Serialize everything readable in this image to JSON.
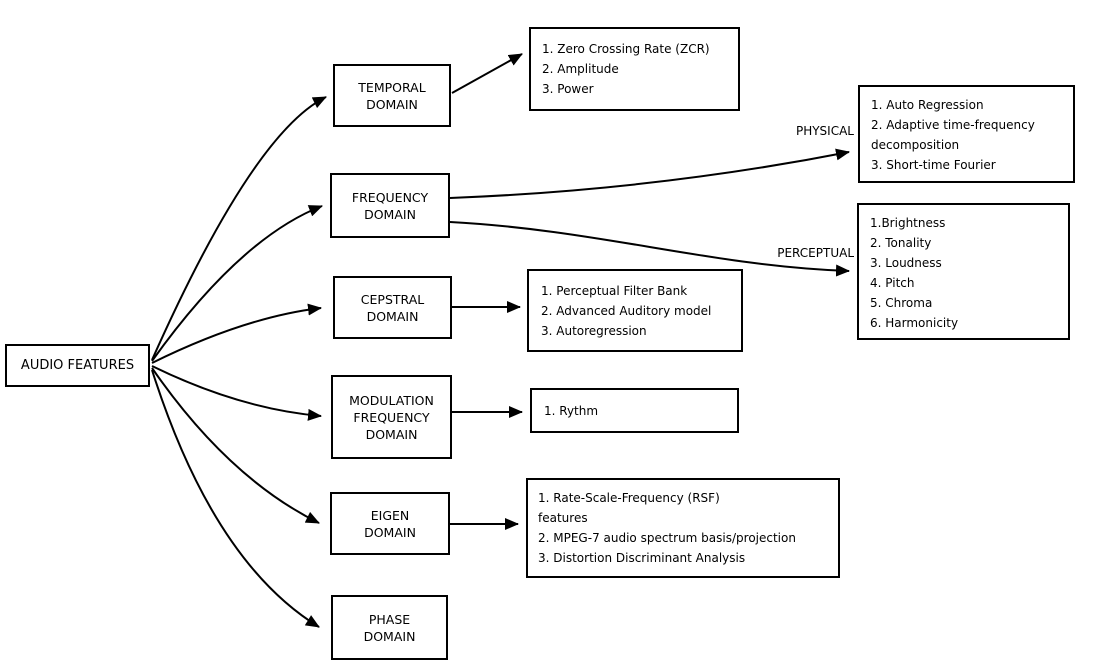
{
  "root": {
    "label": "AUDIO FEATURES"
  },
  "domains": [
    {
      "id": "temporal",
      "label": "TEMPORAL\nDOMAIN"
    },
    {
      "id": "frequency",
      "label": "FREQUENCY\nDOMAIN"
    },
    {
      "id": "cepstral",
      "label": "CEPSTRAL\nDOMAIN"
    },
    {
      "id": "modulation",
      "label": "MODULATION\nFREQUENCY\nDOMAIN"
    },
    {
      "id": "eigen",
      "label": "EIGEN\nDOMAIN"
    },
    {
      "id": "phase",
      "label": "PHASE\nDOMAIN"
    }
  ],
  "features": {
    "temporal": {
      "items": [
        "1. Zero Crossing Rate (ZCR)",
        "2. Amplitude",
        "3. Power"
      ]
    },
    "physical": {
      "items": [
        "1. Auto Regression",
        "2. Adaptive time-frequency\ndecomposition",
        "3. Short-time Fourier"
      ]
    },
    "perceptual": {
      "items": [
        "1.Brightness",
        "2. Tonality",
        "3. Loudness",
        "4. Pitch",
        "5. Chroma",
        "6. Harmonicity"
      ]
    },
    "cepstral": {
      "items": [
        "1. Perceptual Filter Bank",
        "2. Advanced Auditory model",
        "3. Autoregression"
      ]
    },
    "modulation": {
      "items": [
        "1. Rythm"
      ]
    },
    "eigen": {
      "items": [
        "1. Rate-Scale-Frequency (RSF)\nfeatures",
        "2. MPEG-7 audio spectrum basis/projection",
        "3. Distortion Discriminant Analysis"
      ]
    }
  },
  "edge_labels": {
    "physical": "PHYSICAL",
    "perceptual": "PERCEPTUAL"
  },
  "edges": [
    {
      "from": "audio-features",
      "to": "temporal-domain"
    },
    {
      "from": "audio-features",
      "to": "frequency-domain"
    },
    {
      "from": "audio-features",
      "to": "cepstral-domain"
    },
    {
      "from": "audio-features",
      "to": "modulation-frequency-domain"
    },
    {
      "from": "audio-features",
      "to": "eigen-domain"
    },
    {
      "from": "audio-features",
      "to": "phase-domain"
    },
    {
      "from": "temporal-domain",
      "to": "temporal-features"
    },
    {
      "from": "frequency-domain",
      "to": "physical-features",
      "label": "PHYSICAL"
    },
    {
      "from": "frequency-domain",
      "to": "perceptual-features",
      "label": "PERCEPTUAL"
    },
    {
      "from": "cepstral-domain",
      "to": "cepstral-features"
    },
    {
      "from": "modulation-frequency-domain",
      "to": "modulation-features"
    },
    {
      "from": "eigen-domain",
      "to": "eigen-features"
    }
  ],
  "colors": {
    "background": "#ffffff",
    "line": "#000000",
    "text": "#000000",
    "box_border": "#000000"
  }
}
